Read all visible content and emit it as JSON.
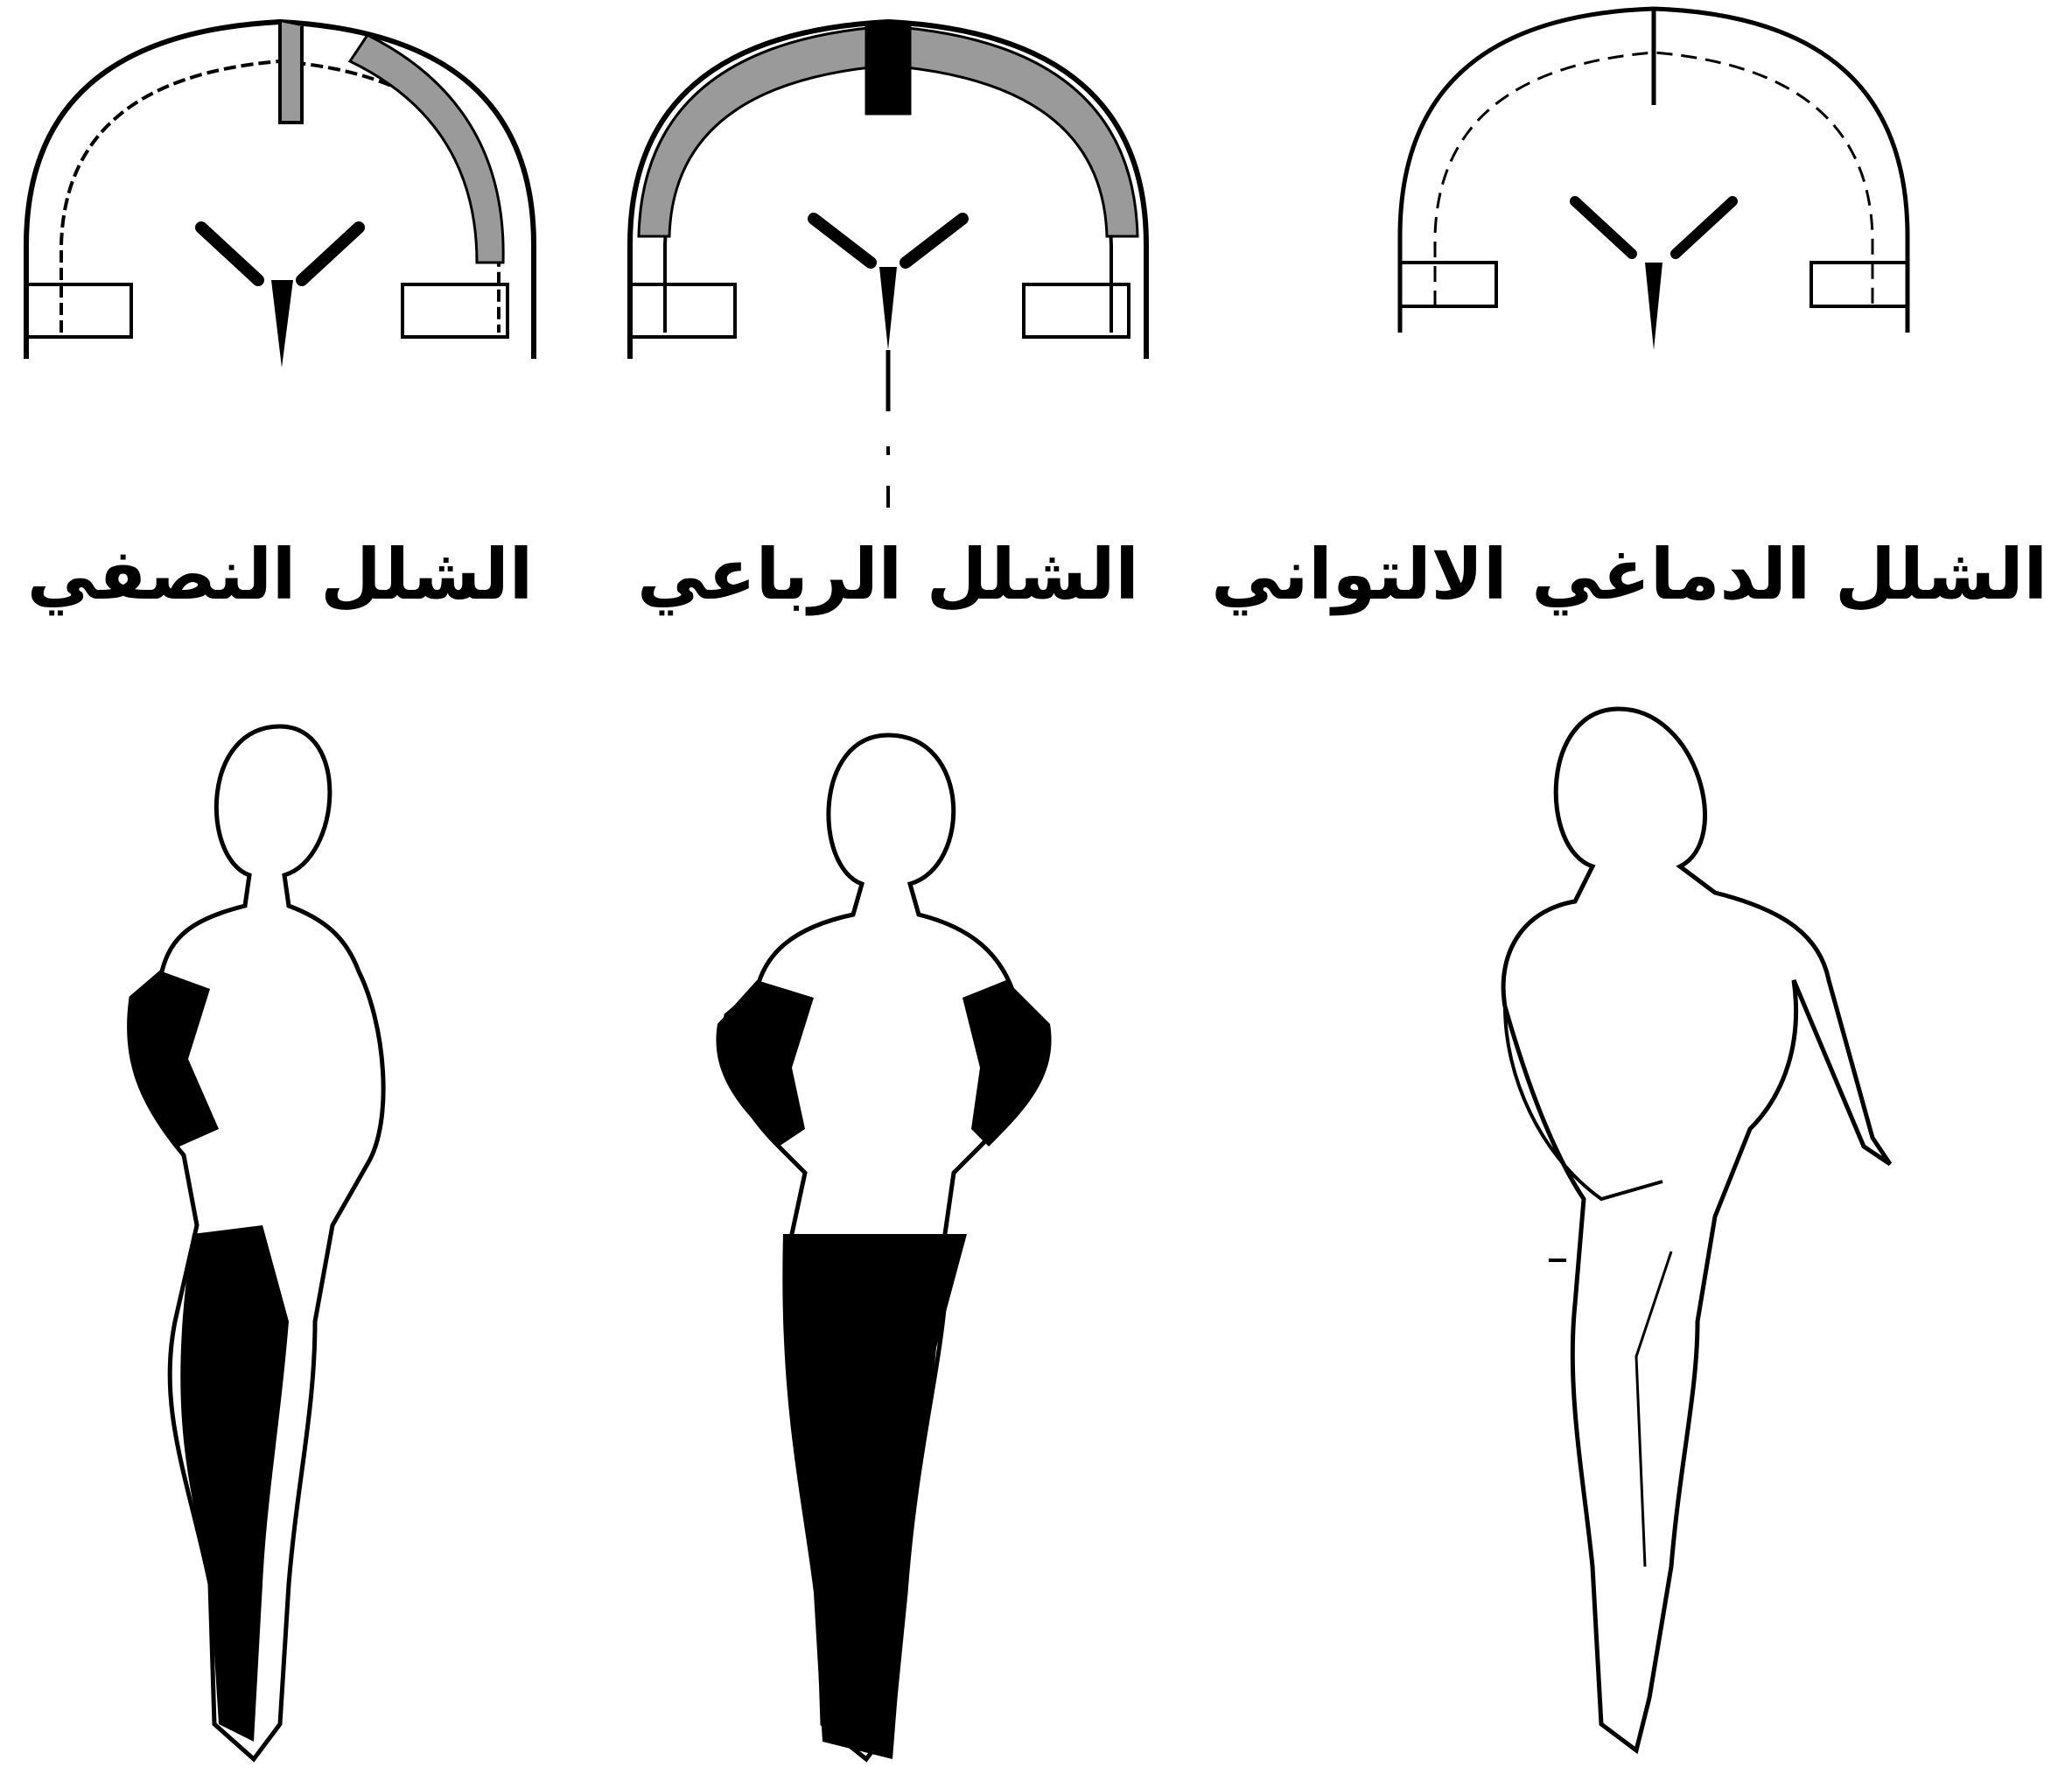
{
  "panels": [
    {
      "id": "hemiplegia",
      "caption": "الشلل النصفي",
      "affected": "one-side"
    },
    {
      "id": "quadriplegia",
      "caption": "الشلل الرباعي",
      "affected": "all-limbs"
    },
    {
      "id": "athetoid",
      "caption": "الشلل الدماغي الالتواني",
      "affected": "none"
    }
  ],
  "colors": {
    "ink": "#000000",
    "paper": "#ffffff",
    "cortex_fill": "#9a9a9a"
  }
}
